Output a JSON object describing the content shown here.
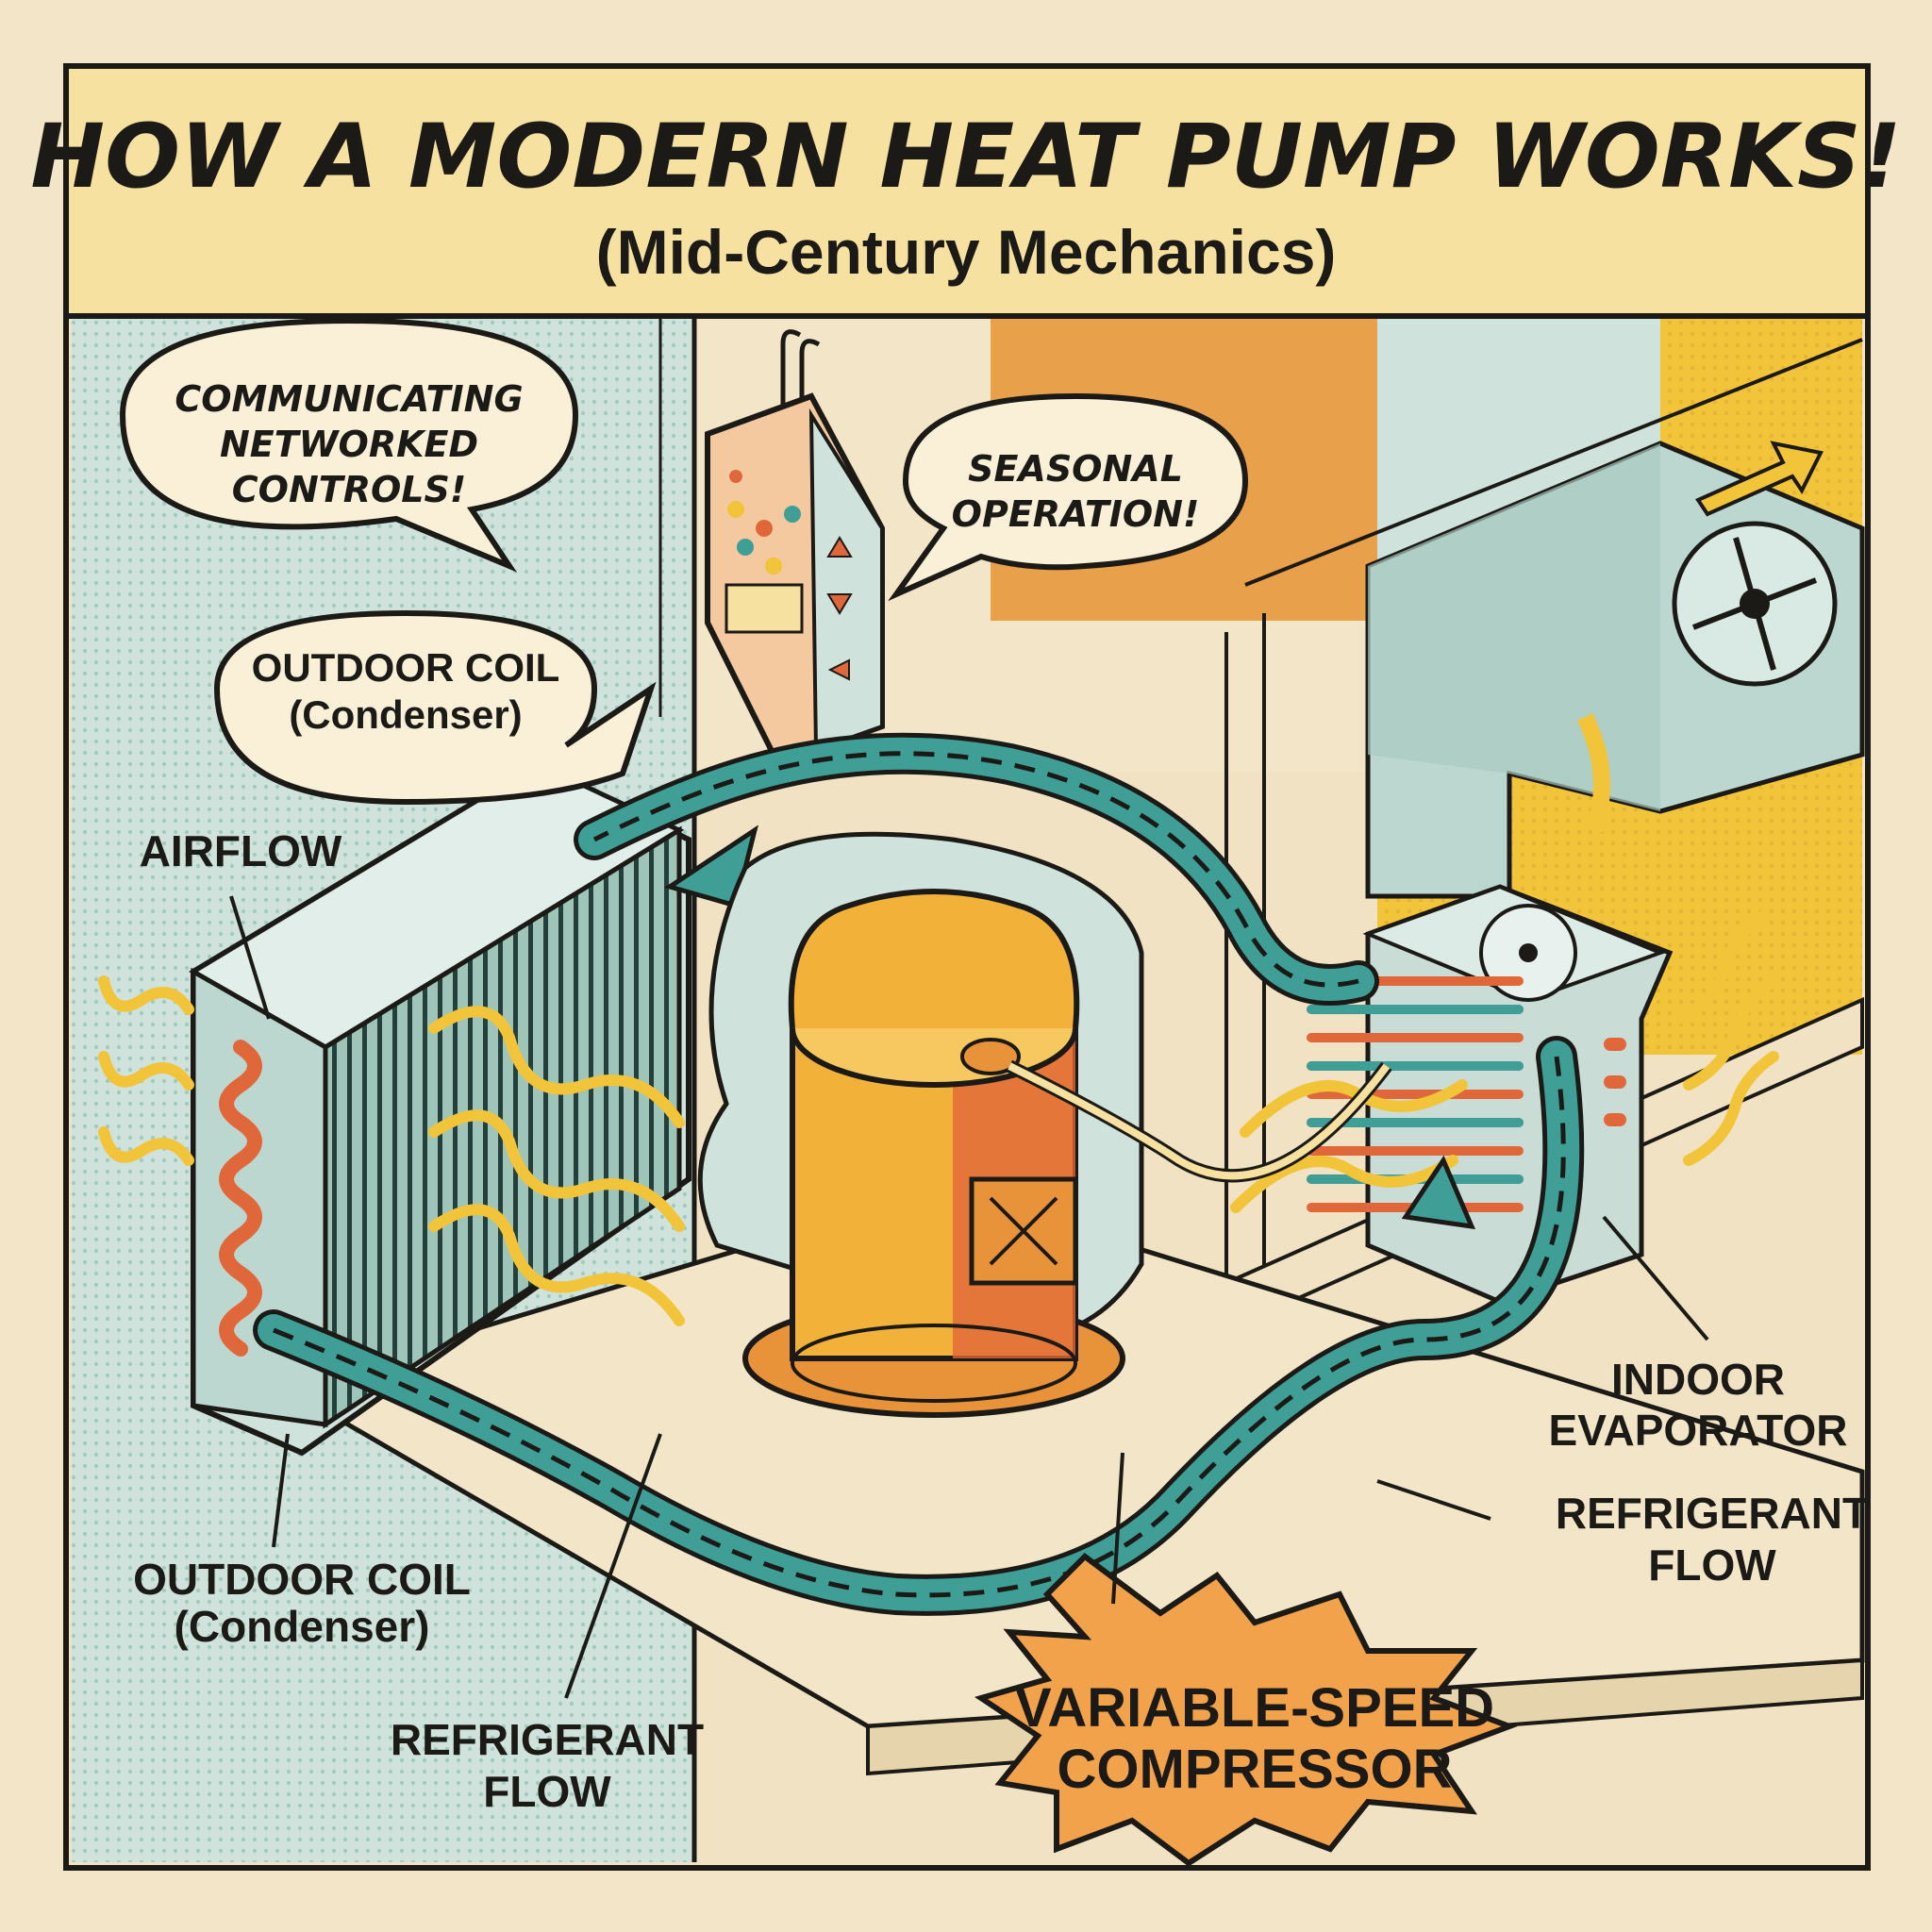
{
  "header": {
    "title": "HOW A MODERN HEAT PUMP WORKS!",
    "subtitle": "(Mid-Century Mechanics)"
  },
  "bubbles": {
    "controls": [
      "COMMUNICATING",
      "NETWORKED",
      "CONTROLS!"
    ],
    "seasonal": [
      "SEASONAL",
      "OPERATION!"
    ],
    "coil": [
      "OUTDOOR COIL",
      "(Condenser)"
    ]
  },
  "labels": {
    "airflow": "AIRFLOW",
    "outdoor_coil": [
      "OUTDOOR COIL",
      "(Condenser)"
    ],
    "refrigerant_left": [
      "REFRIGERANT",
      "FLOW"
    ],
    "refrigerant_right": [
      "REFRIGERANT",
      "FLOW"
    ],
    "indoor": [
      "INDOOR",
      "EVAPORATOR"
    ],
    "compressor": [
      "VARIABLE-SPEED",
      "COMPRESSOR"
    ]
  },
  "colors": {
    "paper": "#f3e6c8",
    "ink": "#1c1a17",
    "teal": "#3f9e96",
    "orange": "#e8923a",
    "yellow": "#f2c43a",
    "coil_red": "#e0673a",
    "panel_blue": "#cfe3dc"
  }
}
